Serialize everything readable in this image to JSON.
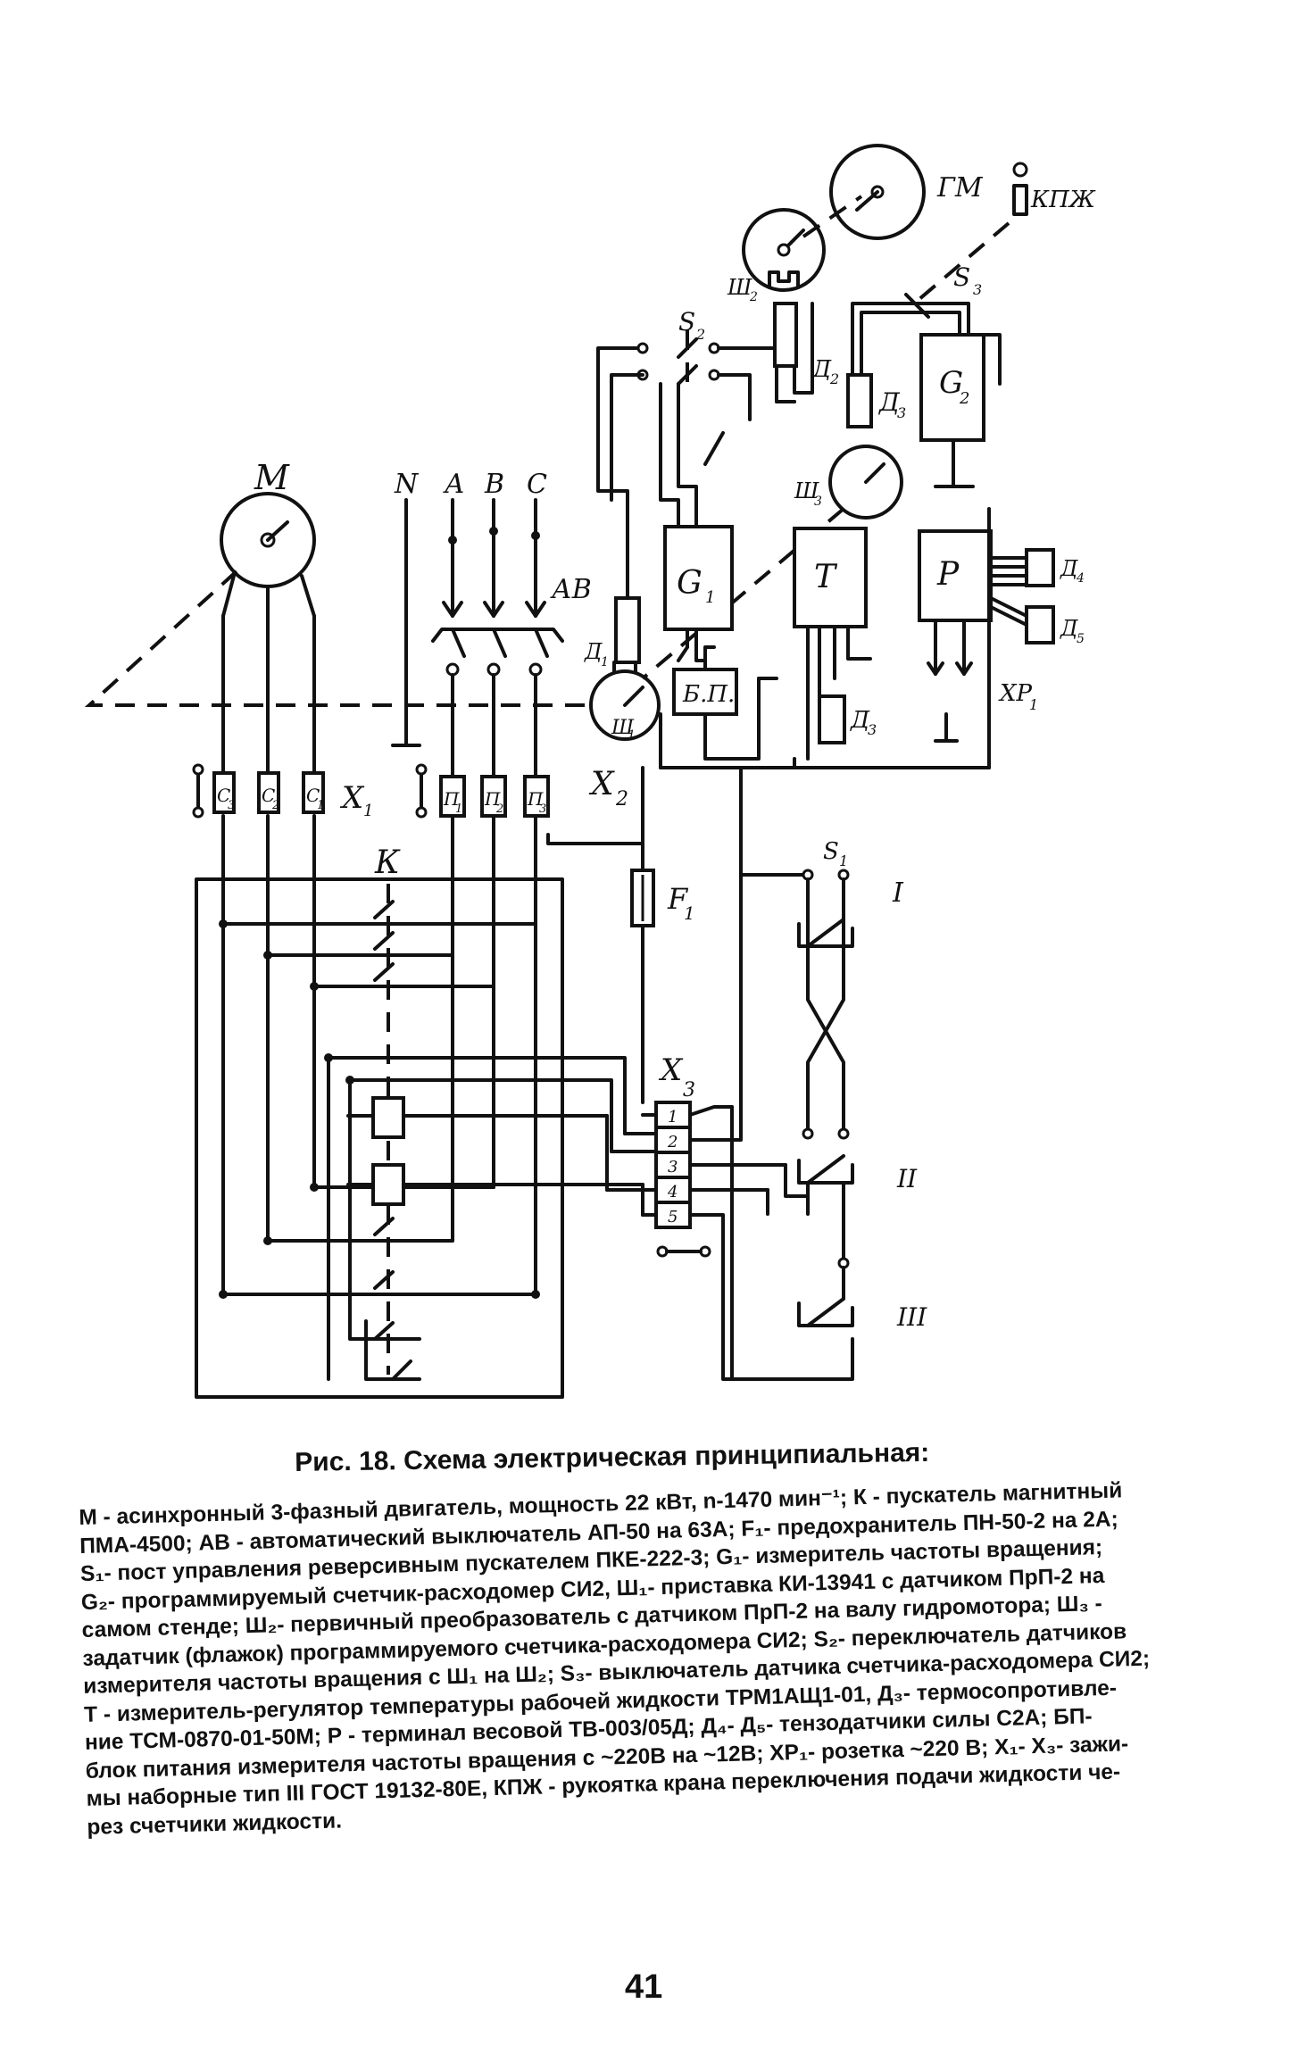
{
  "labels": {
    "motor": "М",
    "neutral": "N",
    "phase_a": "А",
    "phase_b": "В",
    "phase_c": "С",
    "breaker": "АВ",
    "gm": "ГМ",
    "kpzh": "КПЖ",
    "sh1": "Ш",
    "sh2": "Ш",
    "sh3": "Ш",
    "s1": "S",
    "s2": "S",
    "s3": "S",
    "d1": "Д",
    "d2": "Д",
    "d3_top": "Д",
    "d3_bottom": "Д",
    "d4": "Д",
    "d5": "Д",
    "g1": "G",
    "g2": "G",
    "t_block": "Т",
    "p_block": "Р",
    "bp_block": "Б.П.",
    "xp1": "ХР",
    "x1": "Х",
    "x2": "Х",
    "x3": "Х",
    "k": "К",
    "f1": "F",
    "pos_1": "I",
    "pos_2": "II",
    "pos_3": "III",
    "c1": "С",
    "c2": "С",
    "c3": "С",
    "p1": "П",
    "p2": "П",
    "p3": "П",
    "sub_1": "1",
    "sub_2": "2",
    "sub_3": "3",
    "sub_4": "4",
    "sub_5": "5",
    "x3_terminals": [
      "1",
      "2",
      "3",
      "4",
      "5"
    ]
  },
  "caption": {
    "title": "Рис. 18.   Схема электрическая принципиальная:",
    "lines": [
      "М - асинхронный 3-фазный двигатель, мощность 22 кВт, n-1470 мин⁻¹; К - пускатель магнитный",
      "ПМА-4500; АВ - автоматический выключатель АП-50 на 63А; F₁- предохранитель ПН-50-2 на 2А;",
      "S₁- пост управления реверсивным пускателем ПКЕ-222-3; G₁- измеритель частоты вращения;",
      "G₂- программируемый счетчик-расходомер СИ2, Ш₁- приставка КИ-13941 с датчиком ПрП-2 на",
      "самом стенде; Ш₂- первичный преобразователь с датчиком ПрП-2 на валу гидромотора; Ш₃ -",
      "задатчик (флажок) программируемого счетчика-расходомера СИ2; S₂- переключатель датчиков",
      "измерителя частоты вращения с Ш₁ на Ш₂; S₃- выключатель датчика счетчика-расходомера СИ2;",
      "Т - измеритель-регулятор температуры рабочей жидкости ТРМ1АЩ1-01, Д₃- термосопротивле-",
      "ние ТСМ-0870-01-50М; Р - терминал весовой ТВ-003/05Д; Д₄- Д₅- тензодатчики силы С2А; БП-",
      "блок питания измерителя частоты вращения с ~220В на ~12В; ХР₁- розетка ~220 В; Х₁- Х₃- зажи-",
      "мы наборные тип III ГОСТ 19132-80Е, КПЖ - рукоятка крана переключения подачи жидкости че-",
      "рез счетчики жидкости."
    ]
  },
  "page_number": "41"
}
